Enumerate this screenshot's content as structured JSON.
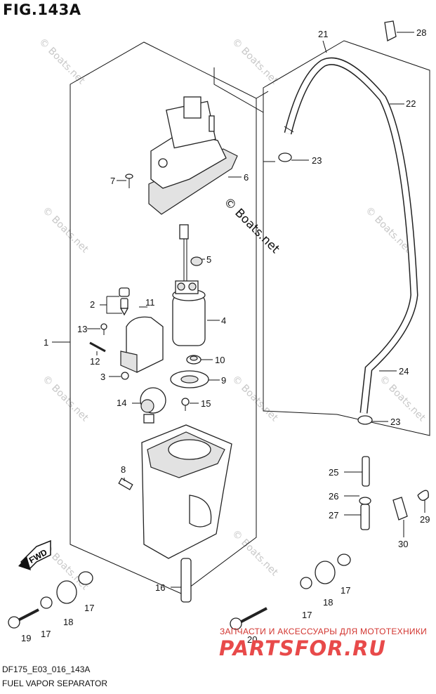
{
  "figure": {
    "title": "FIG.143A",
    "code": "DF175_E03_016_143A",
    "name": "FUEL VAPOR SEPARATOR"
  },
  "watermark": {
    "site": "© Boats.net",
    "shop_line": "ЗАПЧАСТИ И АКСЕССУАРЫ ДЛЯ МОТОТЕХНИКИ",
    "shop_logo": "PARTSFOR.RU"
  },
  "direction_arrow": {
    "label": "FWD"
  },
  "callouts": [
    "1",
    "2",
    "3",
    "4",
    "5",
    "6",
    "7",
    "8",
    "9",
    "10",
    "11",
    "12",
    "13",
    "14",
    "15",
    "16",
    "17",
    "17",
    "17",
    "17",
    "18",
    "18",
    "19",
    "20",
    "21",
    "22",
    "23",
    "23",
    "24",
    "25",
    "26",
    "27",
    "28",
    "29",
    "30"
  ]
}
